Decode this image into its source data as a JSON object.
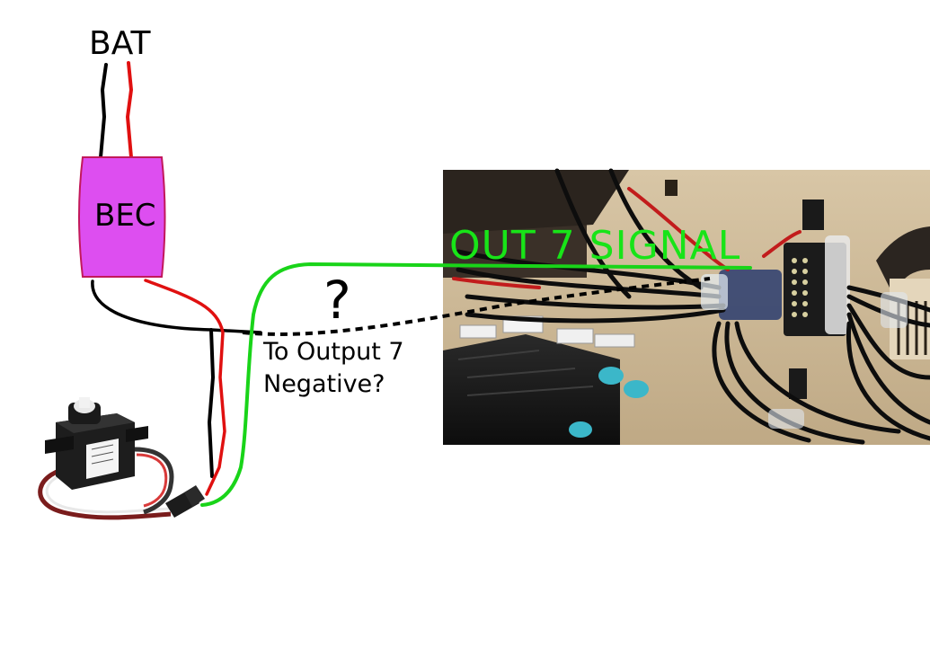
{
  "labels": {
    "bat": "BAT",
    "bec": "BEC",
    "question": "?",
    "note_line1": "To Output 7",
    "note_line2": "Negative?",
    "signal": "OUT 7 SIGNAL"
  },
  "colors": {
    "bec_fill": "#dd4ef0",
    "bec_stroke": "#c2185b",
    "wire_black": "#000000",
    "wire_red": "#e01010",
    "wire_green": "#19d419",
    "signal_text": "#18e418",
    "photo_wood": "#c9b594"
  },
  "icons": {
    "servo": "servo-motor-icon",
    "photo": "flight-controller-photo"
  }
}
